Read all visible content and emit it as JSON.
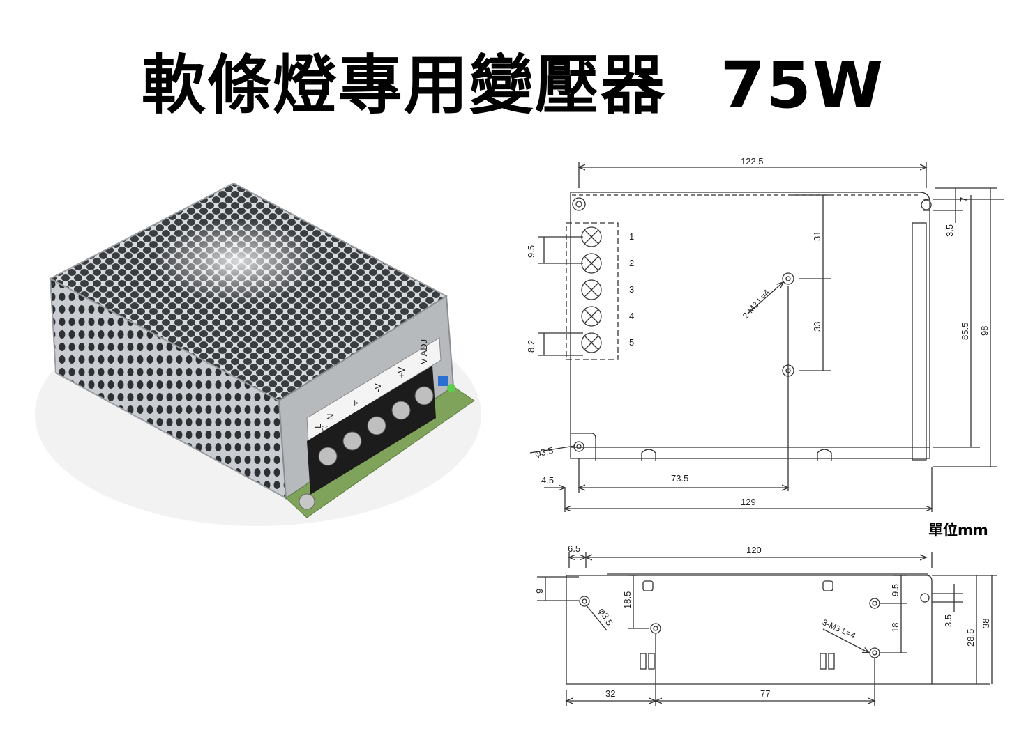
{
  "title": {
    "name": "軟條燈專用變壓器",
    "wattage": "75W"
  },
  "photo": {
    "terminal_labels": [
      "L",
      "N",
      "⏚",
      "-V",
      "+V",
      "V ADJ"
    ],
    "terminal_sub": "(AC)"
  },
  "top_view": {
    "width_upper": "122.5",
    "width_total": "129",
    "hole_to_mount": "73.5",
    "left_offset": "4.5",
    "hole_dia": "φ3.5",
    "terminal_pitch": "9.5",
    "terminal_offset": "8.2",
    "mount_top": "31",
    "mount_gap": "33",
    "mount_label": "2-M3 L=4",
    "slot_offset": "7",
    "slot_size": "3.5",
    "height_inner": "85.5",
    "height_total": "98",
    "terminal_numbers": [
      "1",
      "2",
      "3",
      "4",
      "5"
    ]
  },
  "unit_note": "單位mm",
  "side_view": {
    "offset_left": "6.5",
    "width": "120",
    "hole_top": "9",
    "mount_top": "18.5",
    "hole_dia": "φ3.5",
    "mount_label": "3-M3 L=4",
    "mount_top_right": "9.5",
    "mount_gap": "18",
    "slot_size": "3.5",
    "height_inner": "28.5",
    "height_total": "38",
    "dist_left": "32",
    "dist_mid": "77"
  }
}
